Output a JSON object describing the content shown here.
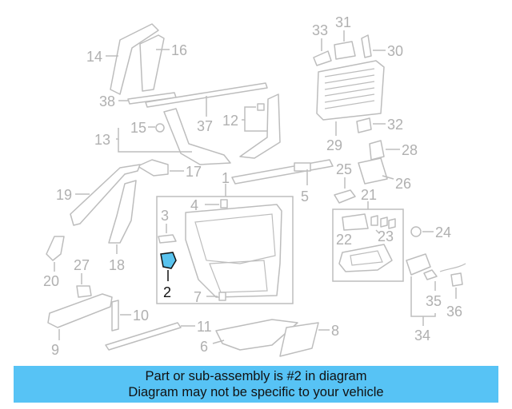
{
  "diagram": {
    "highlight_color": "#57c3f5",
    "active_callout": "2",
    "callouts": {
      "c1": "1",
      "c2": "2",
      "c3": "3",
      "c4": "4",
      "c5": "5",
      "c6": "6",
      "c7": "7",
      "c8": "8",
      "c9": "9",
      "c10": "10",
      "c11": "11",
      "c12": "12",
      "c13": "13",
      "c14": "14",
      "c15": "15",
      "c16": "16",
      "c17": "17",
      "c18": "18",
      "c19": "19",
      "c20": "20",
      "c21": "21",
      "c22": "22",
      "c23": "23",
      "c24": "24",
      "c25": "25",
      "c26": "26",
      "c27": "27",
      "c28": "28",
      "c29": "29",
      "c30": "30",
      "c31": "31",
      "c32": "32",
      "c33": "33",
      "c34": "34",
      "c35": "35",
      "c36": "36",
      "c37": "37",
      "c38": "38"
    }
  },
  "banner": {
    "line1": "Part or sub-assembly is #2 in diagram",
    "line2": "Diagram may not be specific to your vehicle"
  }
}
